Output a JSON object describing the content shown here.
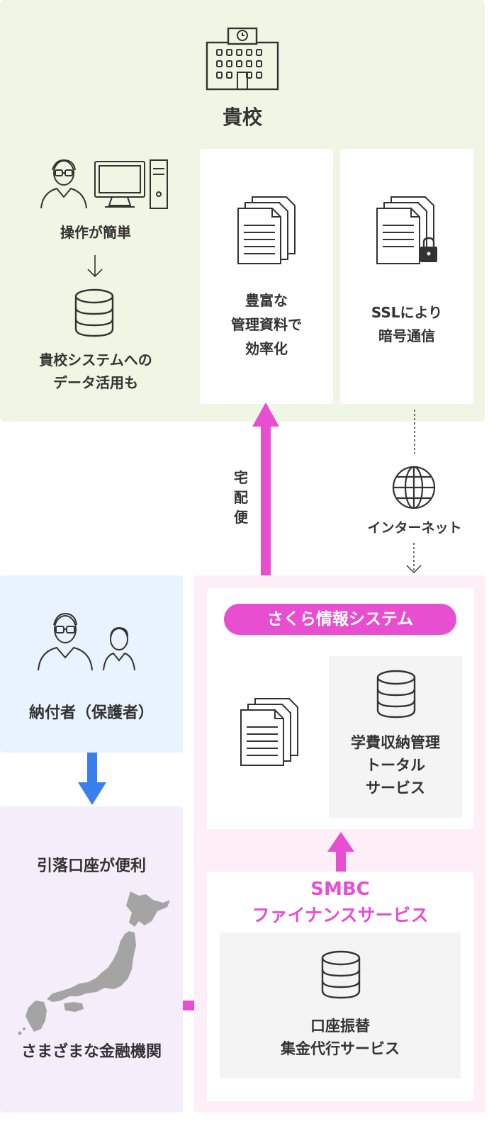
{
  "school": {
    "title": "貴校",
    "easy_label": "操作が簡単",
    "data_use_line1": "貴校システムへの",
    "data_use_line2": "データ活用も",
    "materials_line1": "豊富な",
    "materials_line2": "管理資料で",
    "materials_line3": "効率化",
    "ssl_line1": "SSLにより",
    "ssl_line2": "暗号通信"
  },
  "transport": {
    "courier": "宅配便",
    "internet": "インターネット"
  },
  "payer": {
    "label": "納付者（保護者）"
  },
  "banks": {
    "heading": "引落口座が便利",
    "caption": "さまざまな金融機関"
  },
  "sakura": {
    "title": "さくら情報システム",
    "service_line1": "学費収納管理",
    "service_line2": "トータル",
    "service_line3": "サービス"
  },
  "smbc": {
    "title_line1": "SMBC",
    "title_line2": "ファイナンスサービス",
    "service_line1": "口座振替",
    "service_line2": "集金代行サービス"
  },
  "colors": {
    "school_bg": "#f0f6e4",
    "payer_bg": "#e9f3fd",
    "banks_bg": "#f5eefa",
    "sakura_bg": "#fdeef8",
    "pink_accent": "#e84fd0",
    "blue_arrow": "#3a7ff0",
    "gray_map": "#a4a4a4"
  }
}
